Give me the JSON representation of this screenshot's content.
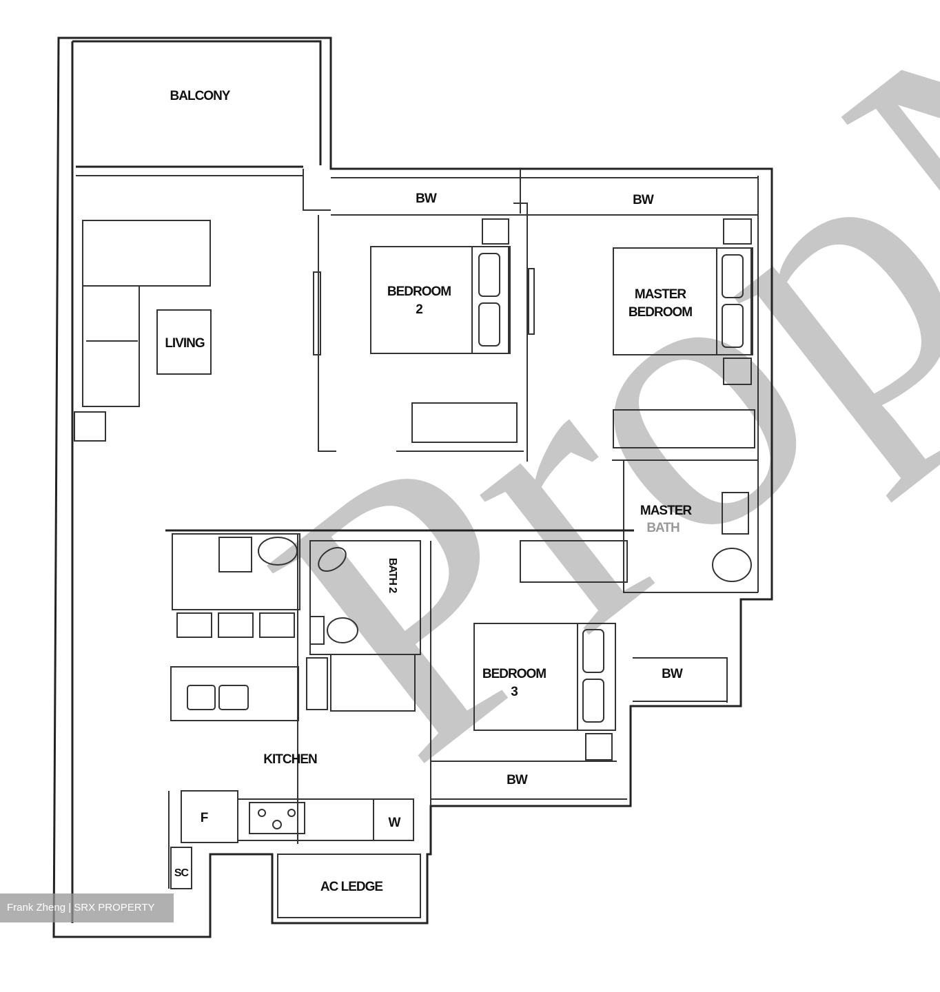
{
  "rooms": {
    "balcony": "BALCONY",
    "living": "LIVING",
    "bw1": "BW",
    "bw2": "BW",
    "bw3": "BW",
    "bw4": "BW",
    "bedroom2": [
      "BEDROOM",
      "2"
    ],
    "master_bedroom": [
      "MASTER",
      "BEDROOM"
    ],
    "master_bath": [
      "MASTER",
      "BATH"
    ],
    "bath2": "BATH 2",
    "bedroom3": [
      "BEDROOM",
      "3"
    ],
    "kitchen": "KITCHEN",
    "fridge": "F",
    "washer": "W",
    "sc": "SC",
    "ac_ledge": "AC LEDGE"
  },
  "watermark": "PropN",
  "credit": "Frank Zheng | SRX PROPERTY"
}
